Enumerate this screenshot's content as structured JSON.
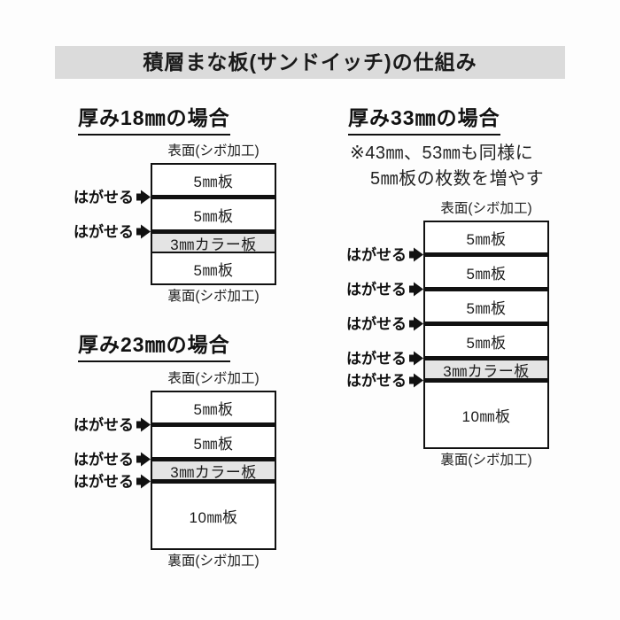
{
  "title": "積層まな板(サンドイッチ)の仕組み",
  "labels": {
    "peel": "はがせる",
    "front_surface": "表面(シボ加工)",
    "back_surface": "裏面(シボ加工)"
  },
  "colors": {
    "title_bar_bg": "#dbdbdb",
    "color_layer_bg": "#e4e4e4",
    "line": "#111111",
    "text": "#1c1c1c"
  },
  "diagrams": [
    {
      "heading": "厚み18㎜の場合",
      "note_lines": [],
      "layers": [
        {
          "label": "5㎜板",
          "kind": "5mm",
          "divider_below": "peel"
        },
        {
          "label": "5㎜板",
          "kind": "5mm",
          "divider_below": "peel"
        },
        {
          "label": "3㎜カラー板",
          "kind": "3mm-color",
          "divider_below": "thin"
        },
        {
          "label": "5㎜板",
          "kind": "5mm",
          "divider_below": null
        }
      ]
    },
    {
      "heading": "厚み23㎜の場合",
      "note_lines": [],
      "layers": [
        {
          "label": "5㎜板",
          "kind": "5mm",
          "divider_below": "peel"
        },
        {
          "label": "5㎜板",
          "kind": "5mm",
          "divider_below": "peel"
        },
        {
          "label": "3㎜カラー板",
          "kind": "3mm-color",
          "divider_below": "peel"
        },
        {
          "label": "10㎜板",
          "kind": "10mm",
          "divider_below": null
        }
      ]
    },
    {
      "heading": "厚み33㎜の場合",
      "note_lines": [
        "※43㎜、53㎜も同様に",
        "5㎜板の枚数を増やす"
      ],
      "layers": [
        {
          "label": "5㎜板",
          "kind": "5mm",
          "divider_below": "peel"
        },
        {
          "label": "5㎜板",
          "kind": "5mm",
          "divider_below": "peel"
        },
        {
          "label": "5㎜板",
          "kind": "5mm",
          "divider_below": "peel"
        },
        {
          "label": "5㎜板",
          "kind": "5mm",
          "divider_below": "peel"
        },
        {
          "label": "3㎜カラー板",
          "kind": "3mm-color",
          "divider_below": "peel"
        },
        {
          "label": "10㎜板",
          "kind": "10mm",
          "divider_below": null
        }
      ]
    }
  ]
}
